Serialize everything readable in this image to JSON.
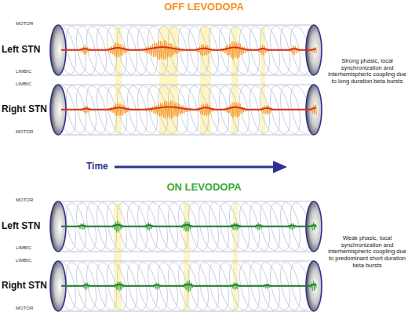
{
  "diagram": {
    "nodes": [
      {
        "text": [
          "Left STN"
        ]
      },
      {
        "text": [
          "Right STN"
        ]
      },
      {
        "text": [
          "Left STN"
        ]
      },
      {
        "text": [
          "Right STN"
        ]
      }
    ],
    "labels": [
      "OFF LEVODOPA",
      "MOTOR",
      "LIMBIC",
      "LIMBIC",
      "MOTOR",
      "Strong phasic, local synchronization and interhemispheric coupling due to long duration beta bursts",
      "Time",
      "ON LEVODOPA",
      "MOTOR",
      "LIMBIC",
      "LIMBIC",
      "MOTOR",
      "Weak phasic, local synchronization and interhemispheric coupling due to predominant short duration beta bursts"
    ]
  }
}
